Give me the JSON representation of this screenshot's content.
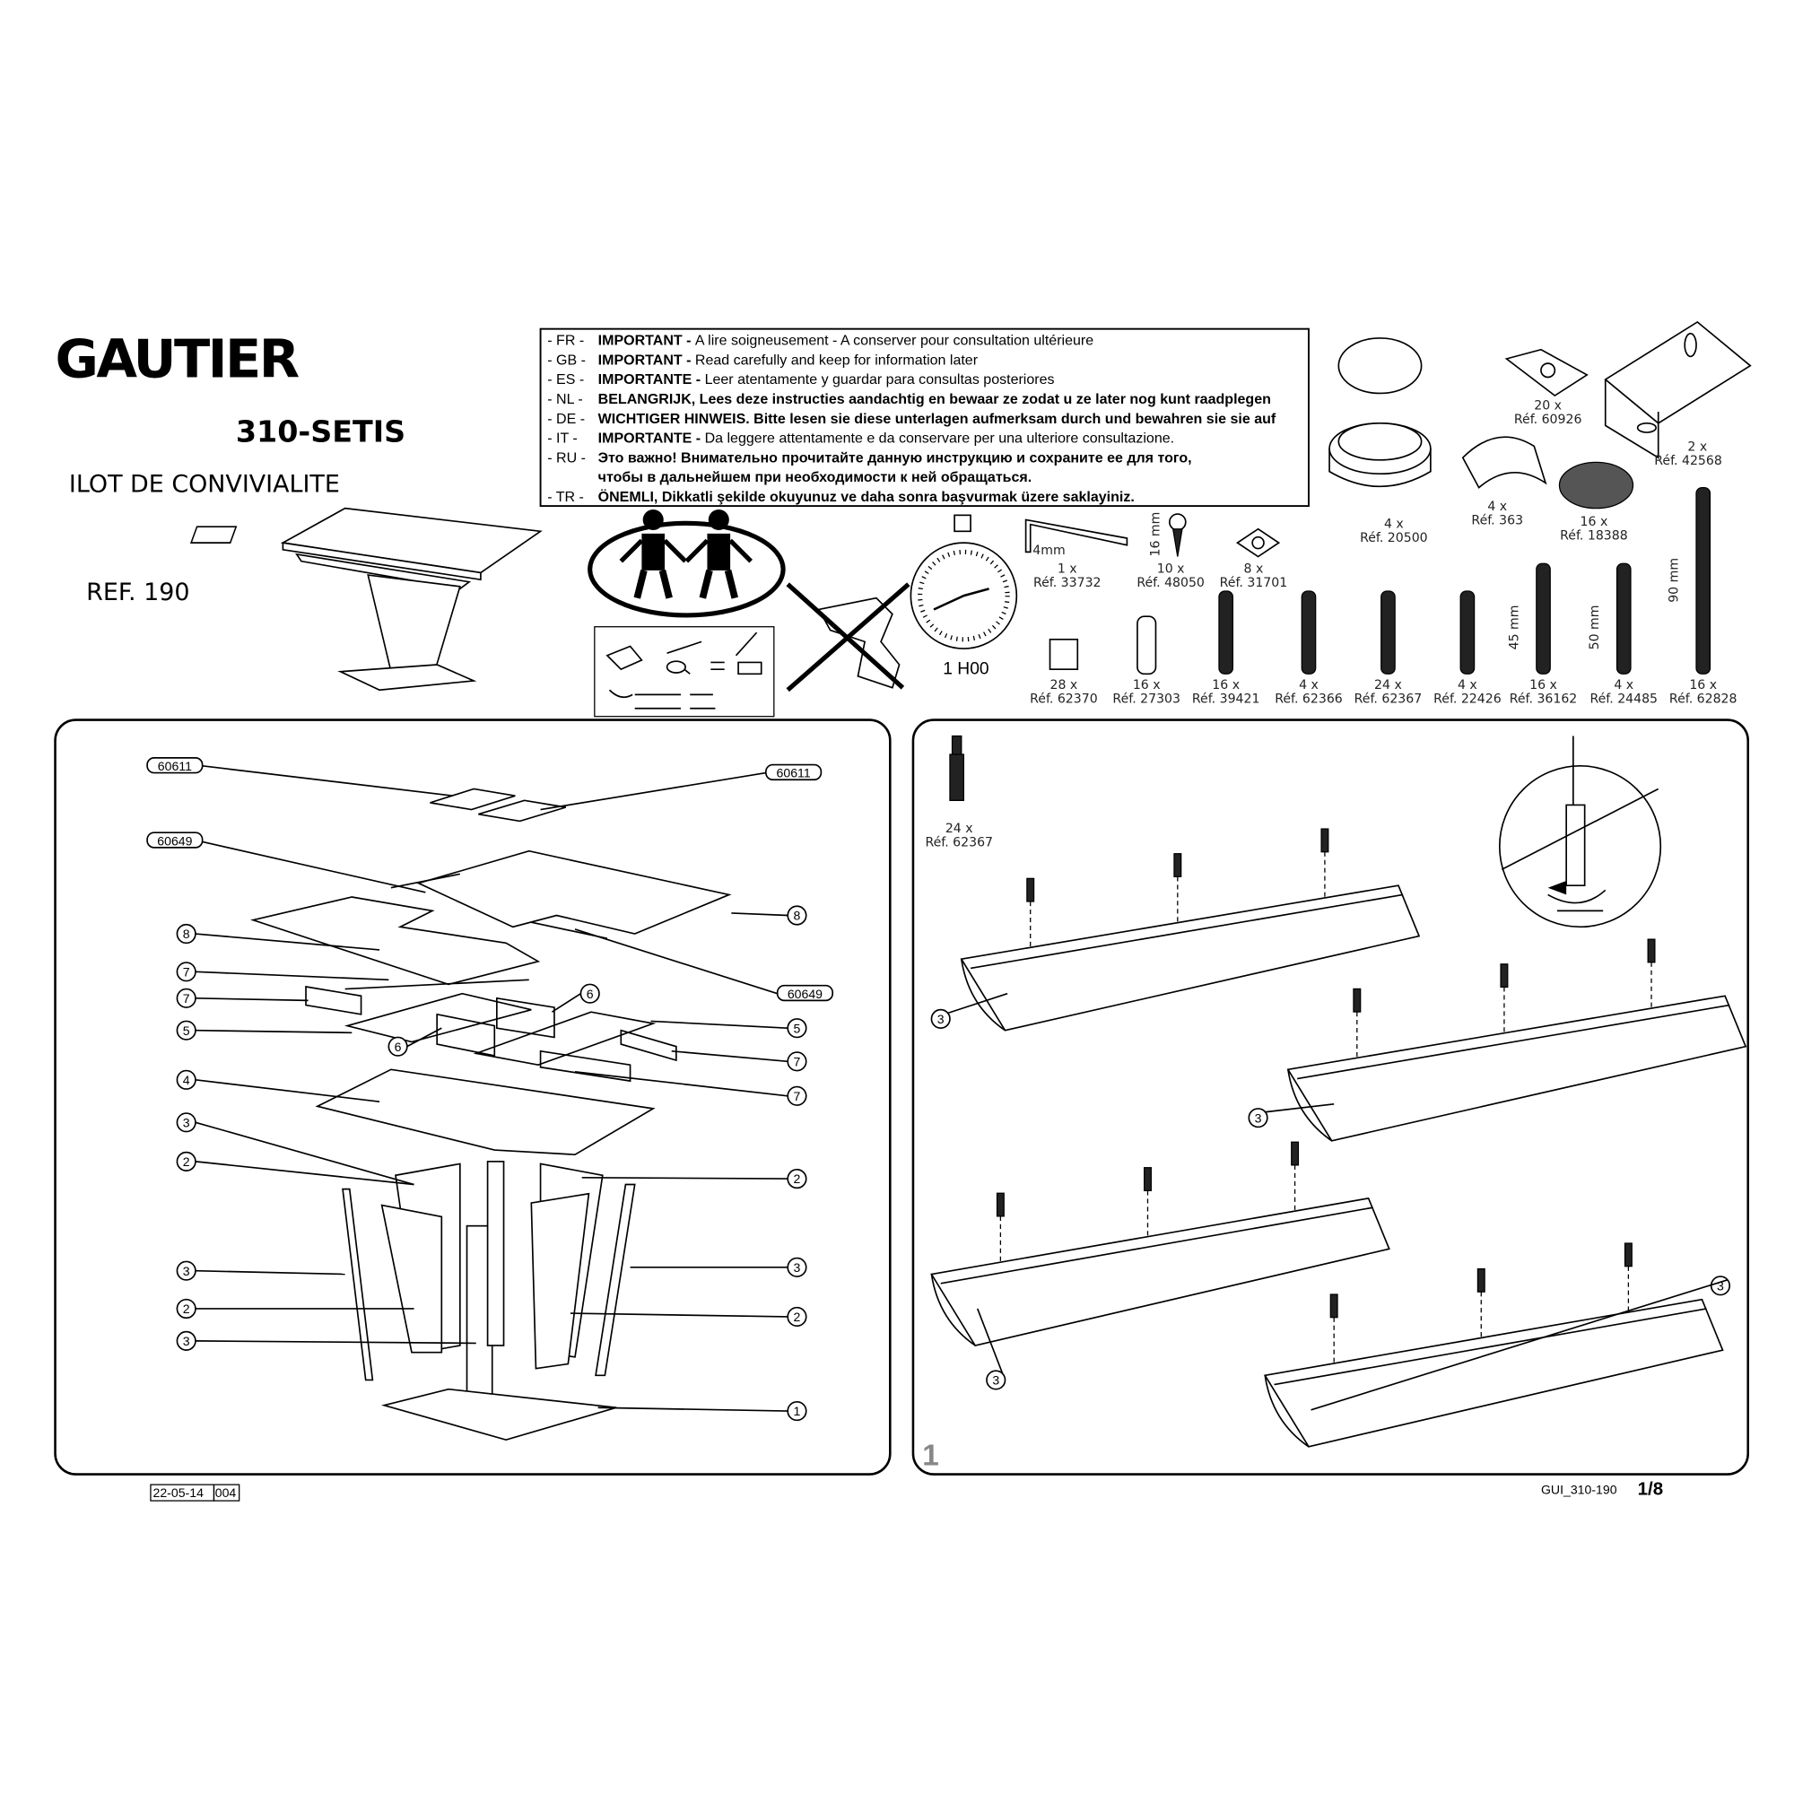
{
  "header": {
    "brand": "GAUTIER",
    "model": "310-SETIS",
    "product_name": "ILOT DE CONVIVIALITE",
    "reference": "REF. 190"
  },
  "important_notice": [
    {
      "lang": "- FR -",
      "bold": "IMPORTANT - ",
      "text": "A lire soigneusement - A conserver pour consultation ultérieure"
    },
    {
      "lang": "- GB -",
      "bold": "IMPORTANT - ",
      "text": "Read carefully and keep for information later"
    },
    {
      "lang": "- ES -",
      "bold": "IMPORTANTE - ",
      "text": "Leer atentamente y guardar para consultas posteriores"
    },
    {
      "lang": "- NL -",
      "bold": "",
      "text": "BELANGRIJK, Lees deze instructies aandachtig en bewaar ze zodat u ze later nog kunt raadplegen"
    },
    {
      "lang": "- DE -",
      "bold": "",
      "text": "WICHTIGER HINWEIS. Bitte lesen sie diese unterlagen aufmerksam durch und bewahren sie sie auf"
    },
    {
      "lang": "-  IT  -",
      "bold": "IMPORTANTE - ",
      "text": "Da leggere attentamente e da conservare per una ulteriore consultazione."
    },
    {
      "lang": "- RU -",
      "bold": "",
      "text": "Это важно! Внимательно прочитайте данную инструкцию и сохраните ее для того,"
    },
    {
      "lang": "",
      "bold": "",
      "text": "чтобы в дальнейшем при необходимости к ней обращаться."
    },
    {
      "lang": "- TR -",
      "bold": "",
      "text": "ÖNEMLI, Dikkatli şekilde okuyunuz ve daha sonra başvurmak üzere saklayiniz."
    }
  ],
  "assembly_time": "1 H00",
  "hardware": [
    {
      "qty": "4 x",
      "ref": "Réf. 20500"
    },
    {
      "qty": "20 x",
      "ref": "Réf. 60926"
    },
    {
      "qty": "2 x",
      "ref": "Réf. 42568"
    },
    {
      "qty": "4 x",
      "ref": "Réf. 363"
    },
    {
      "qty": "16 x",
      "ref": "Réf. 18388"
    },
    {
      "qty": "1 x",
      "ref": "Réf. 33732",
      "dim": "4mm"
    },
    {
      "qty": "10 x",
      "ref": "Réf. 48050",
      "dim": "16 mm"
    },
    {
      "qty": "8 x",
      "ref": "Réf. 31701"
    },
    {
      "qty": "28 x",
      "ref": "Réf. 62370"
    },
    {
      "qty": "16 x",
      "ref": "Réf. 27303"
    },
    {
      "qty": "16 x",
      "ref": "Réf. 39421"
    },
    {
      "qty": "4 x",
      "ref": "Réf. 62366"
    },
    {
      "qty": "24 x",
      "ref": "Réf. 62367"
    },
    {
      "qty": "4 x",
      "ref": "Réf. 22426"
    },
    {
      "qty": "16 x",
      "ref": "Réf. 36162",
      "dim": "45 mm"
    },
    {
      "qty": "4 x",
      "ref": "Réf. 24485",
      "dim": "50 mm"
    },
    {
      "qty": "16 x",
      "ref": "Réf. 62828",
      "dim": "90 mm"
    }
  ],
  "exploded_view": {
    "part_codes": [
      "60611",
      "60611",
      "60649",
      "60649"
    ],
    "callouts_left": [
      "8",
      "7",
      "7",
      "5",
      "6",
      "4",
      "3",
      "2",
      "3",
      "2",
      "3"
    ],
    "callouts_right": [
      "8",
      "6",
      "5",
      "7",
      "7",
      "2",
      "3",
      "2",
      "1"
    ]
  },
  "step1": {
    "step_number": "1",
    "part_qty": "24 x",
    "part_ref": "Réf. 62367",
    "callouts": [
      "3",
      "3",
      "3",
      "3"
    ]
  },
  "footer": {
    "date": "22-05-14",
    "revision": "004",
    "doc_code": "GUI_310-190",
    "page": "1/8"
  }
}
